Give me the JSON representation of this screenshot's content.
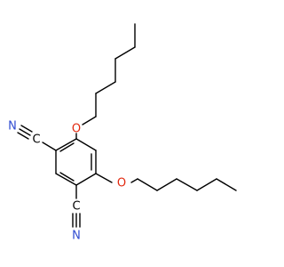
{
  "molecule": {
    "atoms": {
      "o_top": "O",
      "o_bottom": "O",
      "n_left": "N",
      "n_bottom": "N",
      "c_left": "C",
      "c_bottom": "C"
    }
  },
  "colors": {
    "bond": "#000000",
    "oxygen": "#e2280e",
    "nitrogen": "#2f4bd1",
    "carbon": "#000000",
    "background": "#ffffff"
  }
}
